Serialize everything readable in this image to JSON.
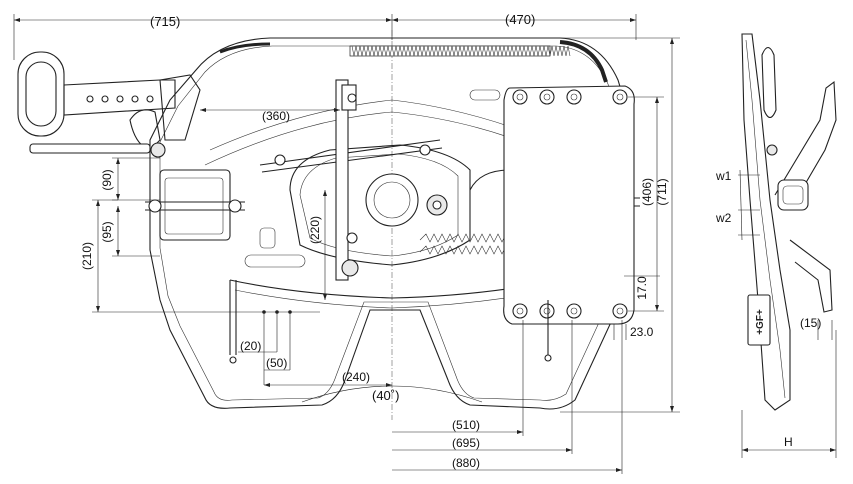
{
  "drawing": {
    "dimensions": {
      "overall_width_left": "(715)",
      "width_right": "(470)",
      "arm_length": "(360)",
      "height_90": "(90)",
      "height_95": "(95)",
      "height_210": "(210)",
      "height_220": "(220)",
      "gap_20": "(20)",
      "gap_50": "(50)",
      "slot_240": "(240)",
      "angle_40": "(40˚)",
      "depth_510": "(510)",
      "depth_695": "(695)",
      "depth_880": "(880)",
      "height_406": "(406)",
      "height_711": "(711)",
      "dim_17": "17.0",
      "dim_23": "23.0"
    },
    "side_view": {
      "w1": "w1",
      "w2": "w2",
      "offset_15": "(15)",
      "height_label": "H",
      "logo_text": "+GF+"
    }
  }
}
